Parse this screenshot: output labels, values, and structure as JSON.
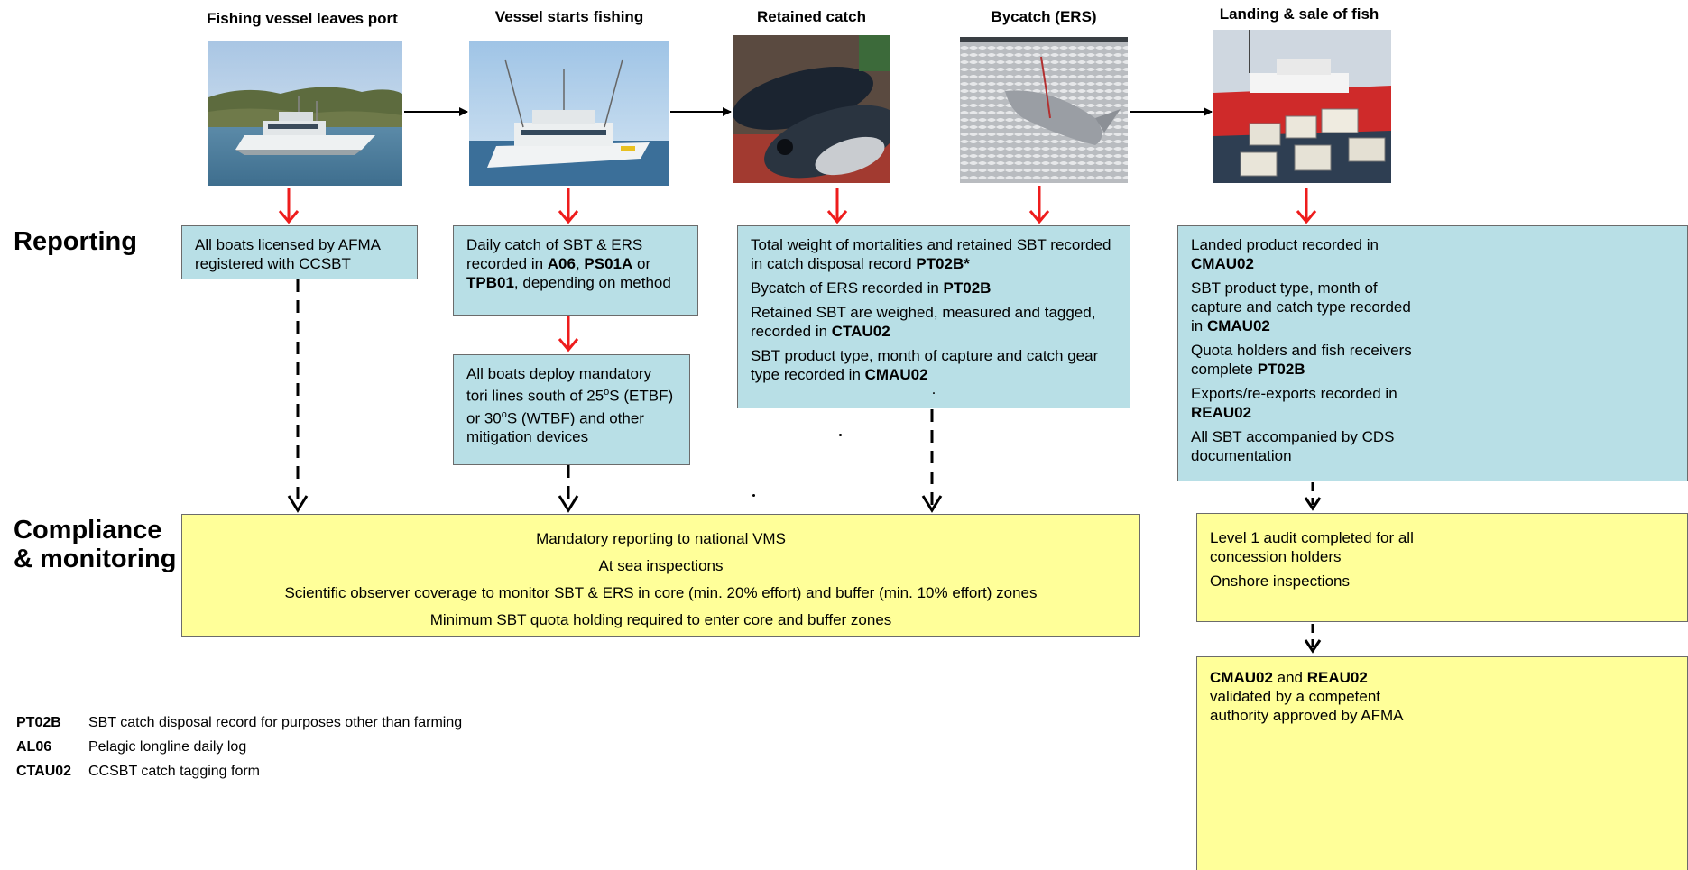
{
  "stages": {
    "leaves_port": "Fishing vessel leaves port",
    "starts_fishing": "Vessel starts fishing",
    "retained_catch": "Retained catch",
    "bycatch": "Bycatch (ERS)",
    "landing": "Landing & sale of fish"
  },
  "rows": {
    "reporting": "Reporting",
    "compliance_line1": "Compliance",
    "compliance_line2": "& monitoring"
  },
  "boxes": {
    "afma": "All boats licensed by AFMA registered with CCSBT",
    "daily_catch": {
      "pre": "Daily catch of SBT & ERS recorded in ",
      "code1": "A06",
      "sep1": ", ",
      "code2": "PS01A",
      "sep2": " or ",
      "code3": "TPB01",
      "post": ", depending on method"
    },
    "tori": {
      "pre": "All boats deploy mandatory tori lines south of 25",
      "deg": "o",
      "mid": "S (ETBF) or 30",
      "deg2": "o",
      "post": "S (WTBF) and other mitigation devices"
    },
    "catch_records": {
      "l1_pre": "Total weight of mortalities and retained SBT recorded in catch disposal record ",
      "l1_code": "PT02B*",
      "l2_pre": "Bycatch of ERS recorded in ",
      "l2_code": "PT02B",
      "l3_pre": "Retained SBT are weighed, measured and tagged, recorded in ",
      "l3_code": "CTAU02",
      "l4_pre": "SBT product type, month of capture and catch gear type recorded in ",
      "l4_code": "CMAU02",
      "l5": "."
    },
    "landing_records": {
      "l1_pre": "Landed product recorded in ",
      "l1_code": "CMAU02",
      "l2_pre": "SBT product type, month of capture and catch type recorded in ",
      "l2_code": "CMAU02",
      "l3_pre": "Quota holders and fish receivers complete ",
      "l3_code": "PT02B",
      "l4_pre": "Exports/re-exports recorded in ",
      "l4_code": "REAU02",
      "l5": "All SBT accompanied by CDS documentation"
    },
    "compliance": {
      "l1": "Mandatory reporting to national VMS",
      "l2": "At sea inspections",
      "l3": "Scientific observer coverage to monitor SBT & ERS in core (min. 20% effort) and buffer (min. 10% effort) zones",
      "l4": "Minimum SBT quota holding required to enter core and buffer zones"
    },
    "audit": {
      "l1": "Level 1 audit completed for all concession holders",
      "l2": "Onshore inspections"
    },
    "validation": {
      "c1": "CMAU02",
      "mid": " and ",
      "c2": "REAU02",
      "post": " validated by a competent authority approved by AFMA"
    }
  },
  "legend": [
    {
      "code": "PT02B",
      "desc": "SBT catch disposal record for purposes other than farming"
    },
    {
      "code": "AL06",
      "desc": "Pelagic longline daily log"
    },
    {
      "code": "CTAU02",
      "desc": "CCSBT catch tagging form"
    }
  ],
  "colors": {
    "blue_box": "#b8dfe6",
    "yellow_box": "#ffff99",
    "red_arrow": "#ee1c1c",
    "border": "#6b6b6b"
  }
}
